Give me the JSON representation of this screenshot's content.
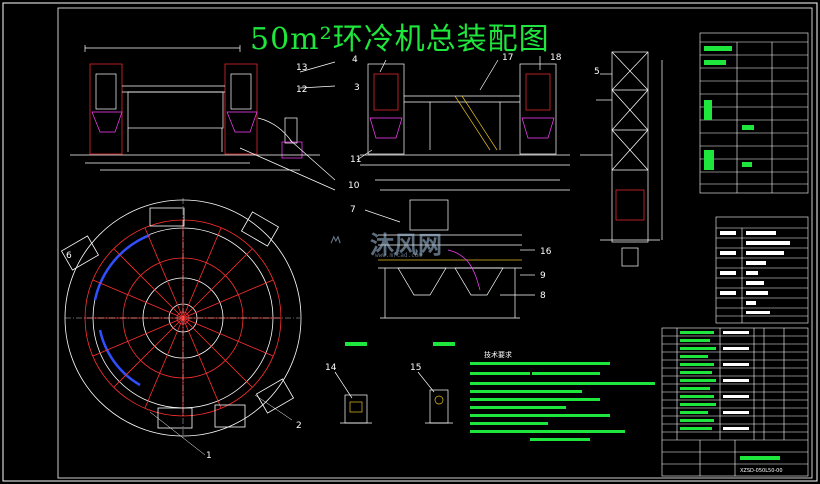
{
  "title": "50m²环冷机总装配图",
  "watermark": {
    "text": "沐风网",
    "sub": "www.mfcad.com"
  },
  "callouts": [
    "1",
    "2",
    "3",
    "4",
    "5",
    "6",
    "7",
    "8",
    "9",
    "10",
    "11",
    "12",
    "13",
    "14",
    "15",
    "16",
    "17",
    "18"
  ],
  "tech_req_title": "技术要求",
  "drawing_no": "XZSD-050L50-00",
  "colors": {
    "background": "#000000",
    "title": "#1ee63c",
    "lines": "#ffffff",
    "accent_red": "#ff3030",
    "accent_magenta": "#ff40ff",
    "accent_blue": "#3050ff",
    "table_green": "#1ee63c"
  }
}
